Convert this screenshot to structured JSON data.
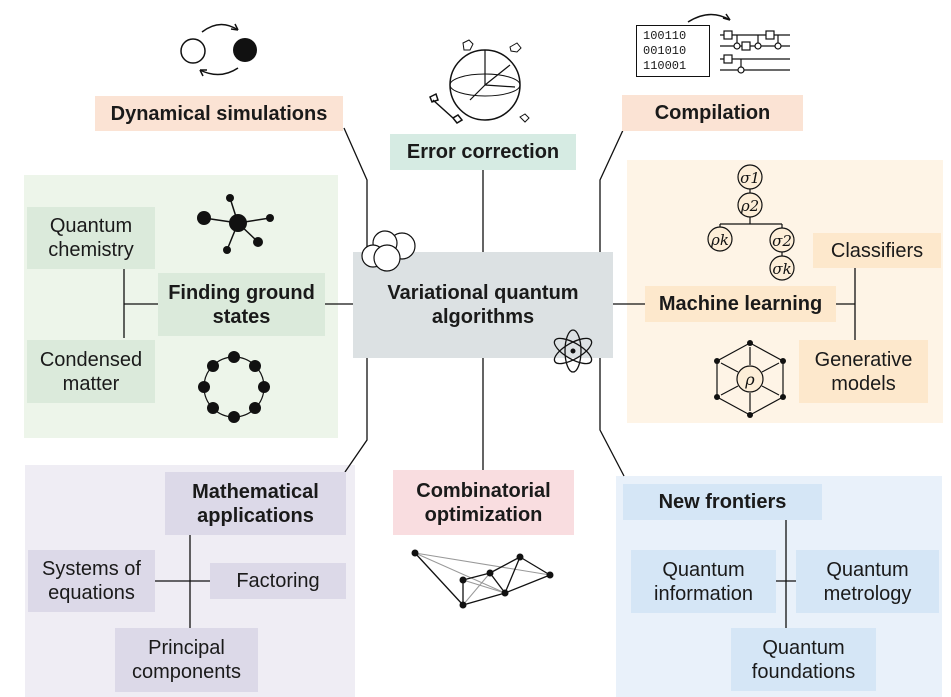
{
  "center": {
    "label": "Variational quantum algorithms"
  },
  "categories": {
    "dynamical_simulations": "Dynamical simulations",
    "error_correction": "Error correction",
    "compilation": "Compilation",
    "finding_ground_states": "Finding ground states",
    "machine_learning": "Machine learning",
    "mathematical_applications": "Mathematical applications",
    "combinatorial_optimization": "Combinatorial optimization",
    "new_frontiers": "New frontiers"
  },
  "subcategories": {
    "quantum_chemistry": "Quantum chemistry",
    "condensed_matter": "Condensed matter",
    "classifiers": "Classifiers",
    "generative_models": "Generative models",
    "systems_of_equations": "Systems of equations",
    "factoring": "Factoring",
    "principal_components": "Principal components",
    "quantum_information": "Quantum information",
    "quantum_metrology": "Quantum metrology",
    "quantum_foundations": "Quantum foundations"
  },
  "compilation_bits": [
    "100110",
    "001010",
    "110001"
  ],
  "ml_tree": {
    "sigma1": "σ1",
    "rho2": "ρ2",
    "rhok": "ρk",
    "sigma2": "σ2",
    "sigmak": "σk",
    "rho": "ρ"
  },
  "colors": {
    "orange_box": "#fbe3d4",
    "teal_box": "#d6ebe3",
    "pink_box": "#f9dde0",
    "center_box": "#dce1e3",
    "green_panel": "#edf5ea",
    "green_box": "#dbeadb",
    "yellow_panel": "#fef4e6",
    "yellow_box": "#fde8cc",
    "purple_panel": "#efedf4",
    "purple_box": "#dcd9e8",
    "blue_panel": "#e9f1fa",
    "blue_box": "#d5e6f6"
  }
}
